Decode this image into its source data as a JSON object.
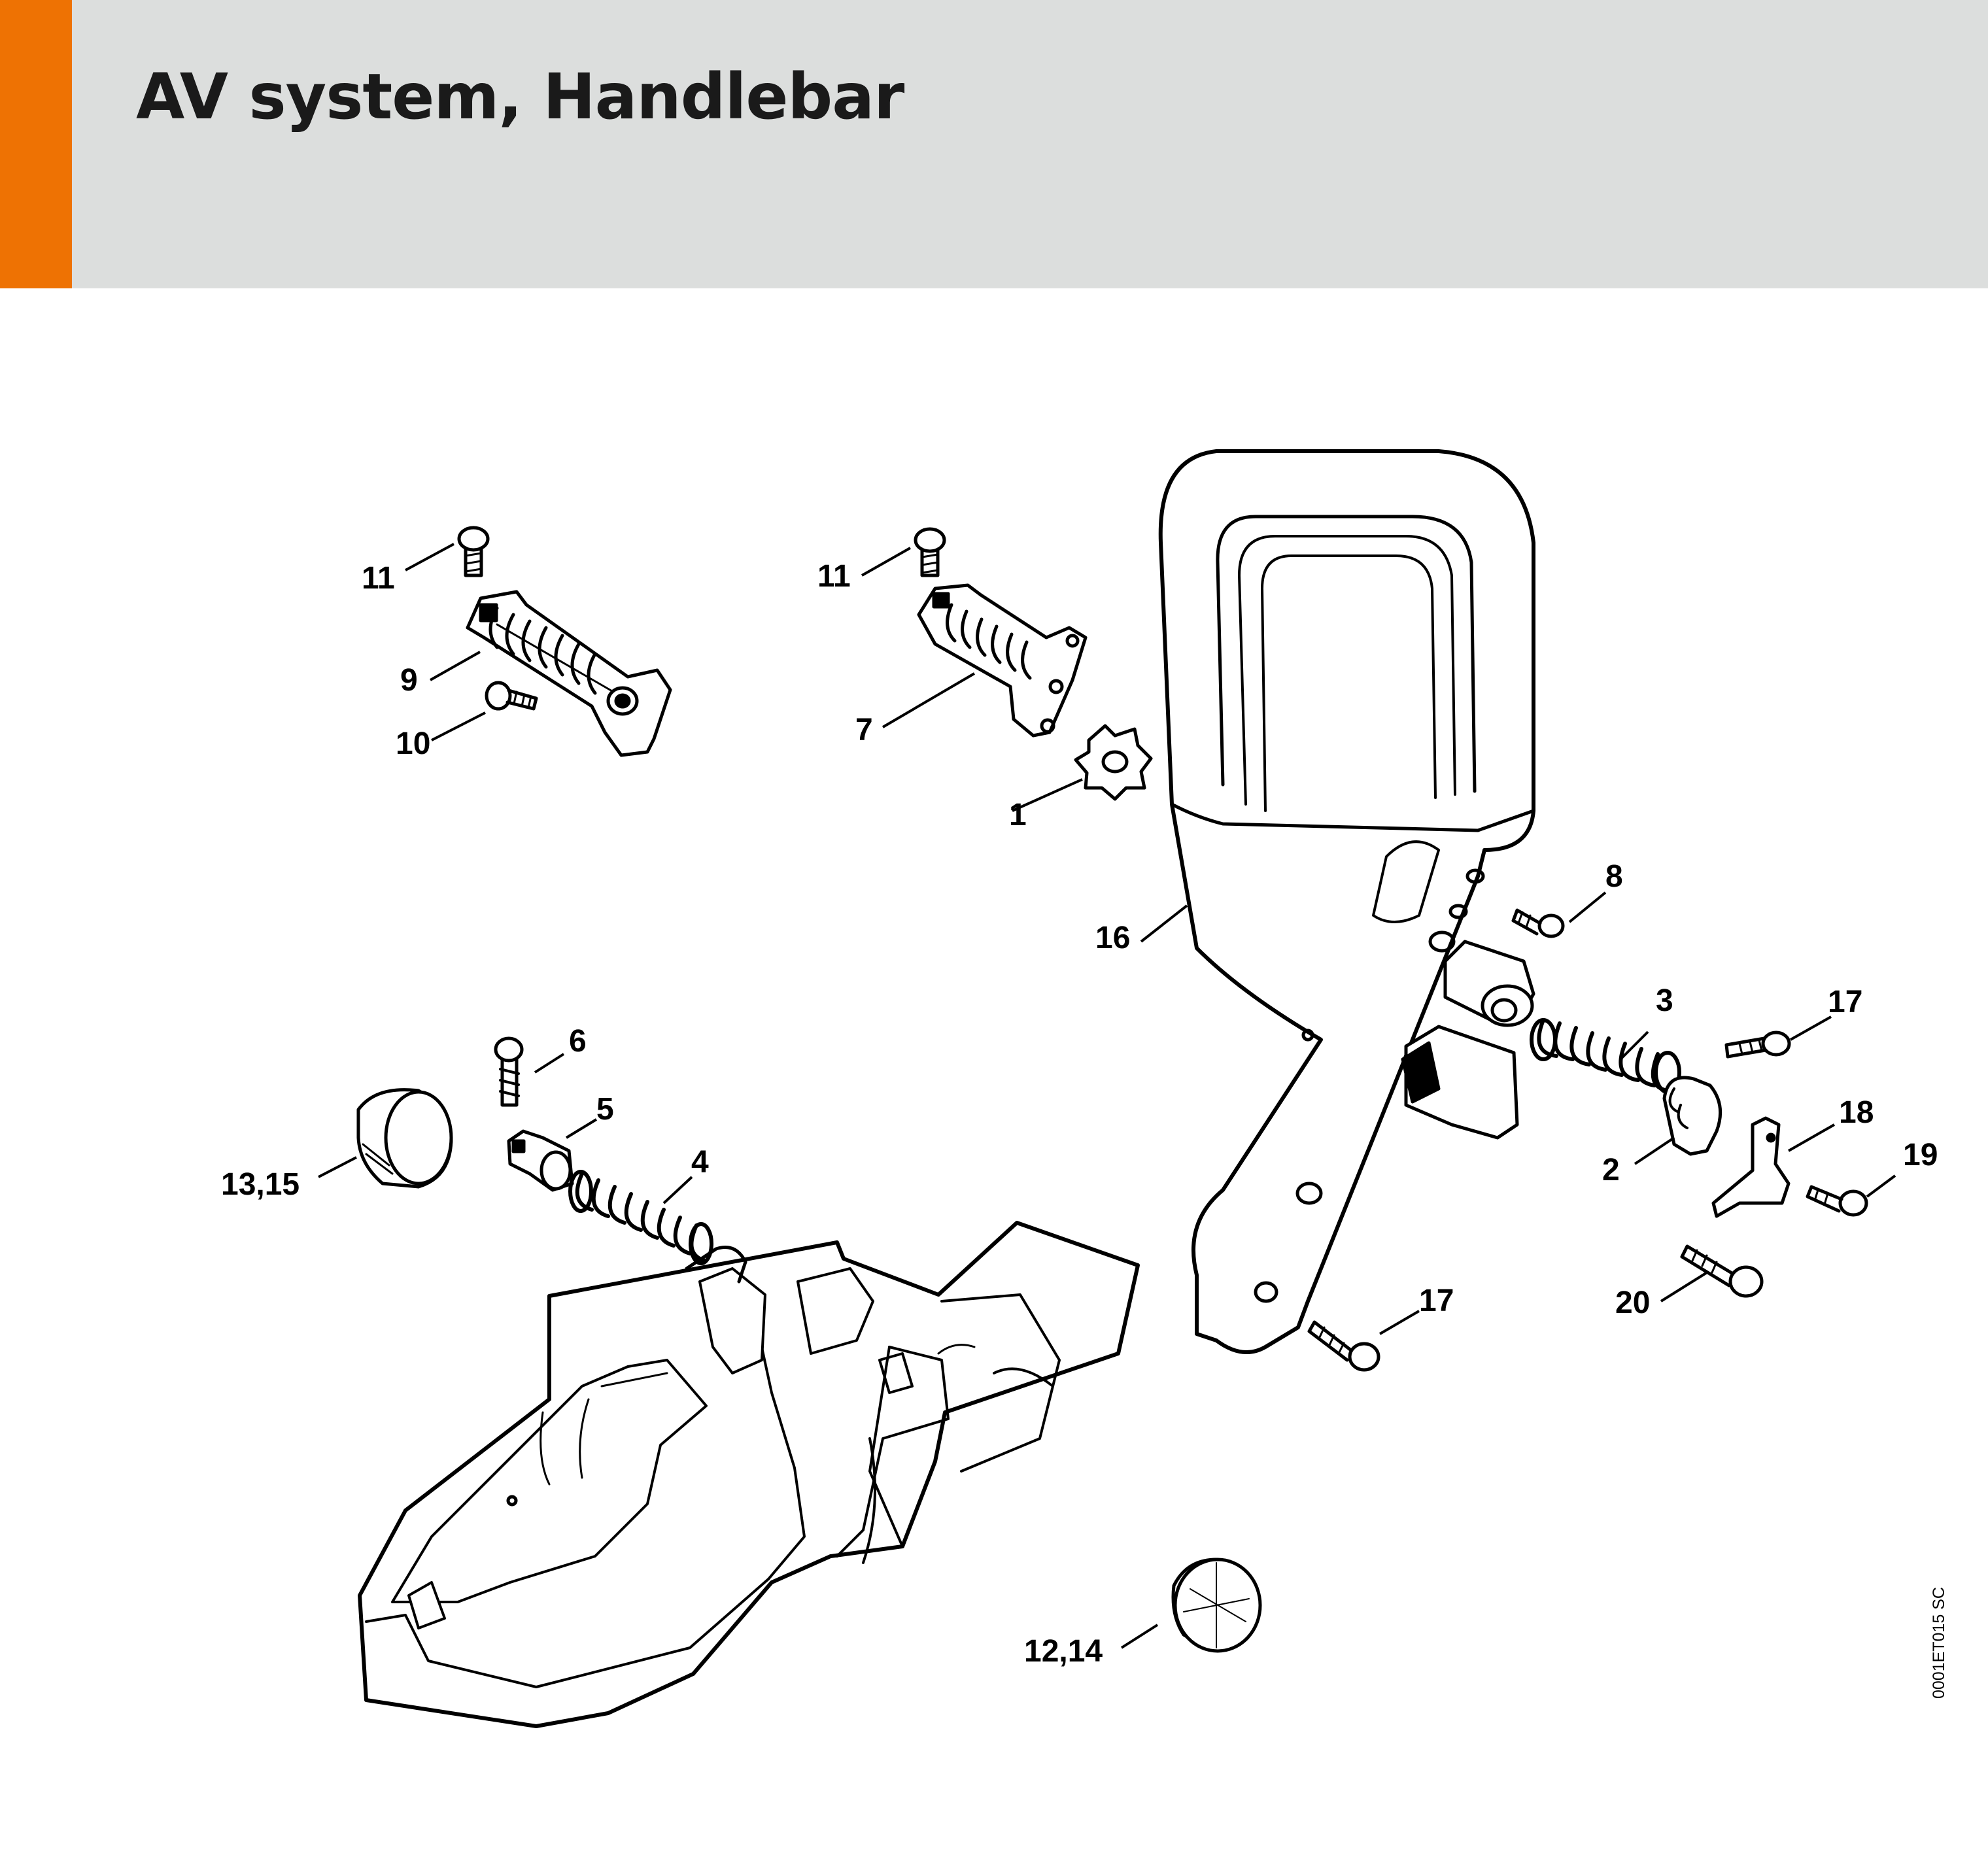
{
  "header": {
    "title": "AV system, Handlebar",
    "accent_color": "#ee7203",
    "band_color": "#dcdedd"
  },
  "diagram": {
    "callouts": [
      "11",
      "9",
      "10",
      "11",
      "7",
      "1",
      "16",
      "8",
      "3",
      "17",
      "6",
      "5",
      "4",
      "13,15",
      "2",
      "18",
      "19",
      "17",
      "20",
      "12,14"
    ],
    "illustration_code": "0001ET015 SC"
  }
}
